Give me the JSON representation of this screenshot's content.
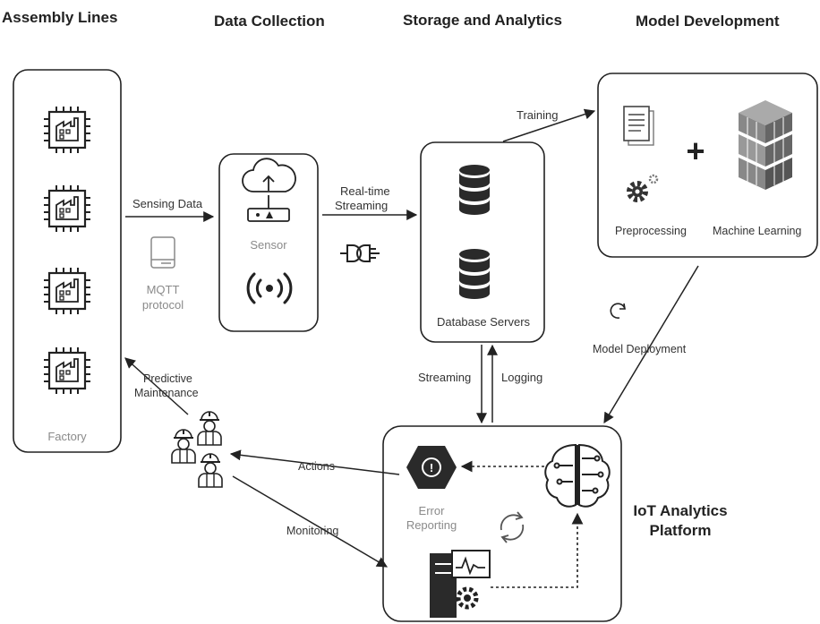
{
  "headers": {
    "assembly": "Assembly Lines",
    "collection": "Data Collection",
    "storage": "Storage and Analytics",
    "model": "Model Development"
  },
  "factory": {
    "label": "Factory"
  },
  "edges": {
    "sensing": "Sensing Data",
    "realtime_line1": "Real-time",
    "realtime_line2": "Streaming",
    "training": "Training",
    "streaming": "Streaming",
    "logging": "Logging",
    "model_deployment": "Model Deployment",
    "predictive_line1": "Predictive",
    "predictive_line2": "Maintenance",
    "actions": "Actions",
    "monitoring": "Monitoring"
  },
  "mqtt": {
    "line1": "MQTT",
    "line2": "protocol"
  },
  "sensor": {
    "label": "Sensor"
  },
  "database": {
    "label": "Database Servers"
  },
  "model_box": {
    "preprocessing": "Preprocessing",
    "machine_learning": "Machine Learning",
    "plus": "+"
  },
  "platform": {
    "error_line1": "Error",
    "error_line2": "Reporting",
    "title_line1": "IoT Analytics",
    "title_line2": "Platform"
  },
  "icons": {
    "factory_chip": "factory-chip-icon",
    "cloud_upload": "cloud-upload-icon",
    "wireless": "wireless-signal-icon",
    "database": "database-icon",
    "connector": "plug-connector-icon",
    "document": "document-icon",
    "gear": "gear-icon",
    "cube": "cube-stack-icon",
    "refresh": "refresh-icon",
    "workers": "workers-icon",
    "error_reporting": "error-reporting-icon",
    "ai_brain": "ai-brain-icon",
    "monitor_server": "monitor-server-icon"
  }
}
